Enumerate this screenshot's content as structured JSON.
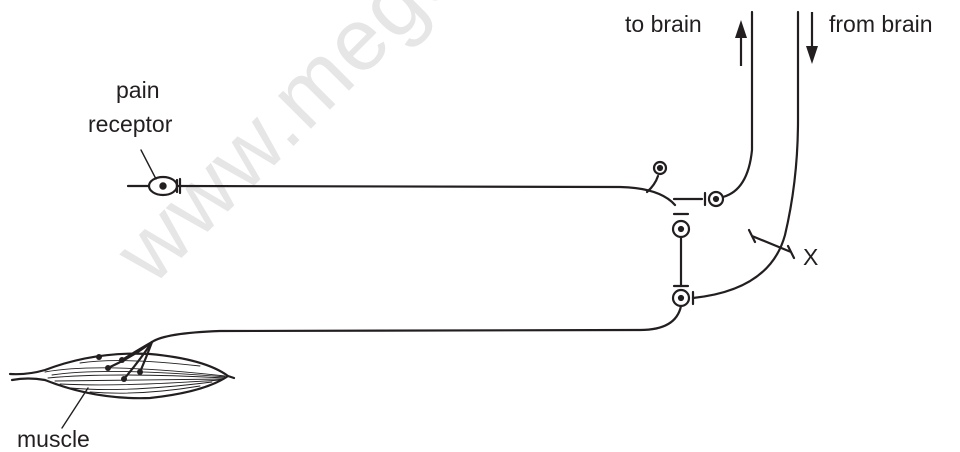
{
  "watermark": "www.mega",
  "labels": {
    "to_brain": "to brain",
    "from_brain": "from brain",
    "pain": "pain",
    "receptor": "receptor",
    "x_mark": "X",
    "muscle": "muscle"
  },
  "colors": {
    "ink": "#231f20",
    "watermark": "#e6e6e6"
  }
}
